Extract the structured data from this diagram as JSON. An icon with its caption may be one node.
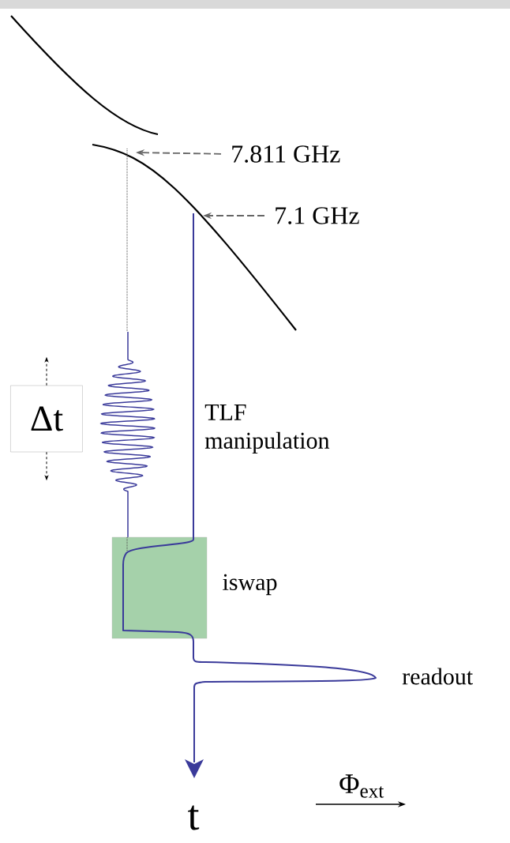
{
  "diagram": {
    "nodes": [
      {
        "text": [
          "7.811 GHz"
        ]
      },
      {
        "text": [
          "7.1 GHz"
        ]
      },
      {
        "text": [
          "Δt"
        ]
      },
      {
        "text": [],
        "shape": "box",
        "beside": [
          "iswap"
        ]
      }
    ],
    "edges": [
      {
        "from": 0,
        "to": null,
        "arrow": "to",
        "style": "dashed"
      },
      {
        "from": 1,
        "to": null,
        "arrow": "to",
        "style": "dashed"
      }
    ],
    "labels": [
      "TLF manipulation",
      "readout",
      "t",
      "Φ$_{ext}$"
    ]
  }
}
